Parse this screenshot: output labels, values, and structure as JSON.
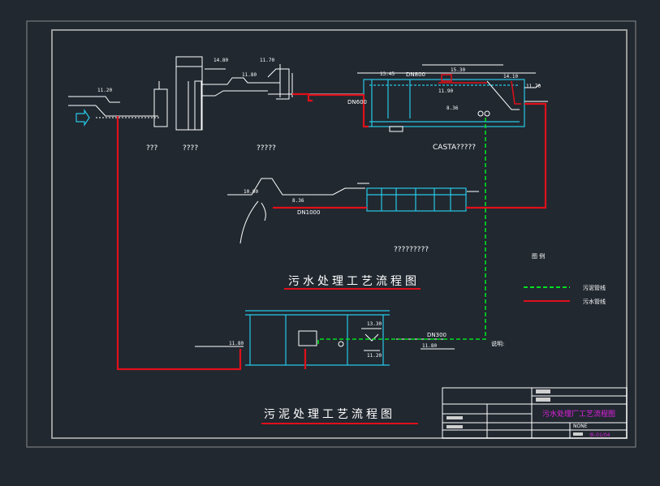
{
  "colors": {
    "background": "#212830",
    "frame": "#8c8c8c",
    "line": "#ffffff",
    "water_pipe": "#e0101a",
    "sludge_pipe": "#00e020",
    "tank": "#27c8e6",
    "title_text": "#ffffff",
    "title_underline": "#e0101a",
    "titleblock_magenta": "#e020e0"
  },
  "top_section": {
    "labels": {
      "q1": "???",
      "q2": "????",
      "q3": "?????",
      "q4": "CASTA?????",
      "dn600": "DN600",
      "dn800": "DN800"
    },
    "elevations": [
      "11.20",
      "14.80",
      "11.80",
      "11.70",
      "13.45",
      "15.30",
      "14.10",
      "11.70",
      "11.90",
      "8.36"
    ]
  },
  "middle_section": {
    "labels": {
      "dn1000": "DN1000",
      "q5": "?????????"
    },
    "elevations": [
      "10.00",
      "8.36"
    ]
  },
  "sludge_section": {
    "labels": {
      "dn300": "DN300"
    },
    "elevations": [
      "13.30",
      "11.80",
      "11.80",
      "11.20"
    ]
  },
  "titles": {
    "wastewater": "污水处理工艺流程图",
    "sludge": "污泥处理工艺流程图"
  },
  "legend": {
    "header": "图 例",
    "items": [
      {
        "label": "污泥管线",
        "color": "#00e020"
      },
      {
        "label": "污水管线",
        "color": "#e0101a"
      }
    ]
  },
  "notes": {
    "header": "说明:"
  },
  "title_block": {
    "drawing_title": "污水处理厂工艺流程图",
    "scale": "NONE",
    "sheet_no": "水-01/04"
  }
}
